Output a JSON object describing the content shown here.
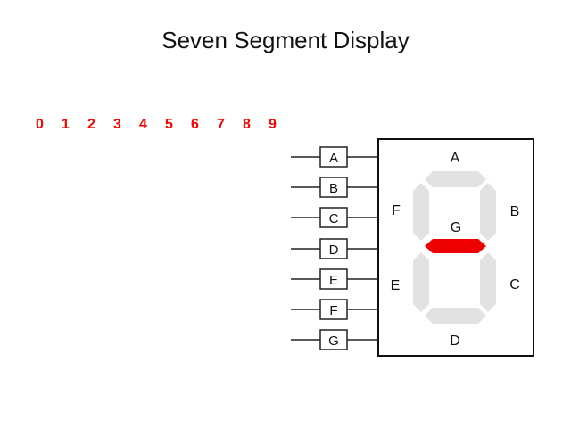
{
  "title": "Seven Segment Display",
  "digits": [
    "0",
    "1",
    "2",
    "3",
    "4",
    "5",
    "6",
    "7",
    "8",
    "9"
  ],
  "inputs": [
    "A",
    "B",
    "C",
    "D",
    "E",
    "F",
    "G"
  ],
  "display_labels": {
    "A": "A",
    "B": "B",
    "C": "C",
    "D": "D",
    "E": "E",
    "F": "F",
    "G": "G"
  },
  "active_segments": [
    "G"
  ],
  "colors": {
    "digit_text": "#ff0000",
    "segment_on": "#ee0000",
    "segment_off": "#e2e2e2",
    "wire": "#222222"
  }
}
